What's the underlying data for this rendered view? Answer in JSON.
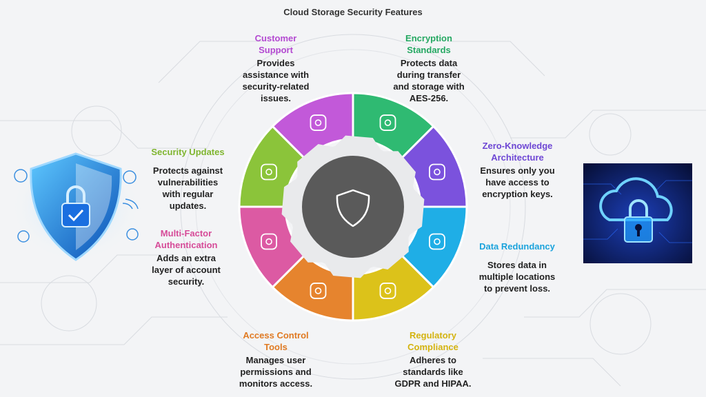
{
  "title": "Cloud Storage Security Features",
  "center_icon": "shield-icon",
  "features": [
    {
      "key": "customer-support",
      "title": "Customer Support",
      "title_lines": [
        "Customer",
        "Support"
      ],
      "desc_lines": [
        "Provides",
        "assistance with",
        "security-related",
        "issues."
      ],
      "color": "#c259d9",
      "icon": "help-headset-icon"
    },
    {
      "key": "encryption-standards",
      "title": "Encryption Standards",
      "title_lines": [
        "Encryption",
        "Standards"
      ],
      "desc_lines": [
        "Protects data",
        "during transfer",
        "and storage with",
        "AES-256."
      ],
      "color": "#2fba72",
      "icon": "shield-outline-icon"
    },
    {
      "key": "zero-knowledge",
      "title": "Zero-Knowledge Architecture",
      "title_lines": [
        "Zero-Knowledge",
        "Architecture"
      ],
      "desc_lines": [
        "Ensures only you",
        "have access to",
        "encryption keys."
      ],
      "color": "#7b52dd",
      "icon": "cloud-question-icon"
    },
    {
      "key": "data-redundancy",
      "title": "Data Redundancy",
      "title_lines": [
        "Data Redundancy"
      ],
      "desc_lines": [
        "Stores data in",
        "multiple locations",
        "to prevent loss."
      ],
      "color": "#1faee6",
      "icon": "sync-arrows-icon"
    },
    {
      "key": "regulatory-compliance",
      "title": "Regulatory Compliance",
      "title_lines": [
        "Regulatory",
        "Compliance"
      ],
      "desc_lines": [
        "Adheres to",
        "standards like",
        "GDPR and HIPAA."
      ],
      "color": "#dcc21a",
      "icon": "clipboard-check-icon"
    },
    {
      "key": "access-control",
      "title": "Access Control Tools",
      "title_lines": [
        "Access Control",
        "Tools"
      ],
      "desc_lines": [
        "Manages user",
        "permissions and",
        "monitors access."
      ],
      "color": "#e6842e",
      "icon": "lock-icon"
    },
    {
      "key": "multi-factor",
      "title": "Multi-Factor Authentication",
      "title_lines": [
        "Multi-Factor",
        "Authentication"
      ],
      "desc_lines": [
        "Adds an extra",
        "layer of account",
        "security."
      ],
      "color": "#dc5aa3",
      "icon": "mfa-device-icon"
    },
    {
      "key": "security-updates",
      "title": "Security Updates",
      "title_lines": [
        "Security Updates"
      ],
      "desc_lines": [
        "Protects against",
        "vulnerabilities",
        "with regular",
        "updates."
      ],
      "color": "#8bc43a",
      "icon": "shield-gear-icon"
    }
  ],
  "text_colors": {
    "customer-support": "#b349d1",
    "encryption-standards": "#25a862",
    "zero-knowledge": "#6e47d4",
    "data-redundancy": "#1ba3dc",
    "regulatory-compliance": "#d4b30f",
    "access-control": "#e07a22",
    "multi-factor": "#d64b98",
    "security-updates": "#7fb52f"
  },
  "left_image": "shield-lock-icon",
  "right_image": "cloud-lock-icon"
}
